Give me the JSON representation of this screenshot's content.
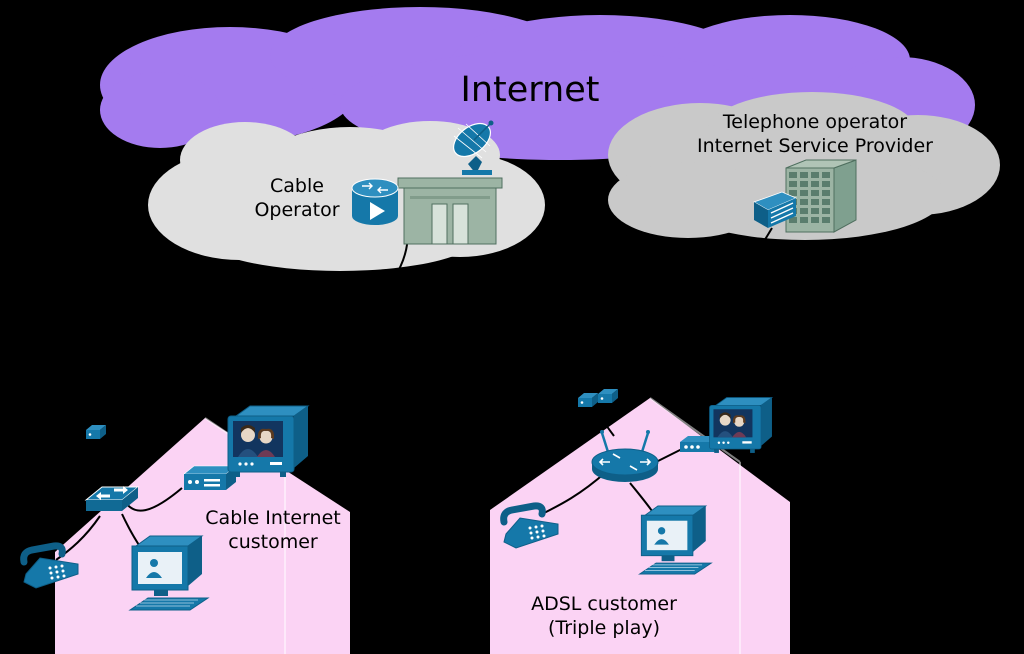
{
  "labels": {
    "internet": "Internet",
    "cable_operator": {
      "line1": "Cable",
      "line2": "Operator"
    },
    "telephone_operator": {
      "line1": "Telephone operator",
      "line2": "Internet Service Provider"
    },
    "cable_customer": {
      "line1": "Cable Internet",
      "line2": "customer"
    },
    "adsl_customer": {
      "line1": "ADSL customer",
      "line2": "(Triple play)"
    }
  },
  "colors": {
    "background": "#000000",
    "internet_cloud": "#a47bef",
    "cable_operator_cloud": "#e0e0e0",
    "telephone_operator_cloud": "#c9c9c9",
    "customer_house": "#fbd3f4",
    "device_blue": "#1578a9",
    "device_blue_dark": "#0e5f88",
    "device_blue_light": "#2e8fc0",
    "building_green": "#9cb4a4",
    "text": "#000000",
    "connection_line": "#000000"
  },
  "icons": {
    "satellite_dish": "parabolic-antenna-on-headend",
    "content_router": "cylinder-router-with-play-symbol",
    "cable_headend_building": "cable-operator-building",
    "telco_building": "telephone-exchange-building",
    "dslam": "dsl-access-multiplexer",
    "cable_modem": "cable-modem-box",
    "tv": "television-showing-couple",
    "switch": "ethernet-switch",
    "phone": "desk-telephone",
    "computer": "desktop-computer-with-keyboard",
    "wireless_router": "wireless-router-two-antennas",
    "set_top_box": "set-top-box",
    "splitter": "line-splitter-box"
  }
}
